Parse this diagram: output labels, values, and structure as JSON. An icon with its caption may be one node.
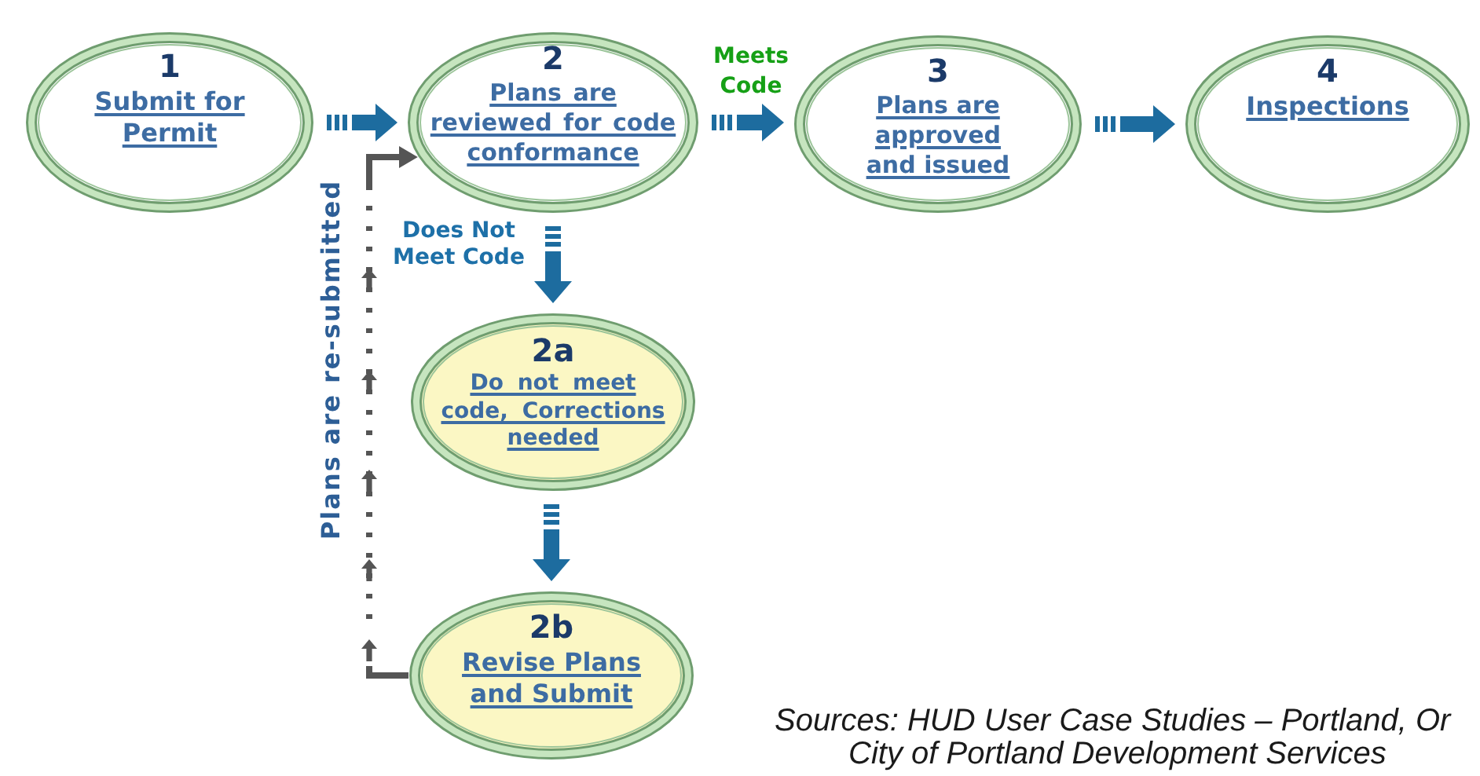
{
  "diagram": {
    "nodes": [
      {
        "text": [
          "1",
          "Submit for Permit"
        ]
      },
      {
        "text": [
          "2",
          "Plans are reviewed for code conformance"
        ]
      },
      {
        "text": [
          "3",
          "Plans are approved and issued"
        ]
      },
      {
        "text": [
          "4",
          "Inspections"
        ]
      },
      {
        "text": [
          "2a",
          "Do not meet code, Corrections needed"
        ]
      },
      {
        "text": [
          "2b",
          "Revise Plans and Submit"
        ]
      }
    ],
    "edges": [
      {
        "from": 0,
        "to": 1,
        "arrow": "to"
      },
      {
        "from": 1,
        "to": 2,
        "arrow": "to",
        "label": "Meets Code"
      },
      {
        "from": 2,
        "to": 3,
        "arrow": "to"
      },
      {
        "from": 1,
        "to": 4,
        "arrow": "to",
        "label": "Does Not Meet Code"
      },
      {
        "from": 4,
        "to": 5,
        "arrow": "to"
      },
      {
        "from": 5,
        "to": 1,
        "arrow": "to",
        "label": "Plans are re-submitted",
        "style": "dashed",
        "color": "#555555"
      }
    ],
    "labels": [
      "Sources: HUD User Case Studies – Portland, Or",
      "City of Portland Development Services"
    ]
  }
}
